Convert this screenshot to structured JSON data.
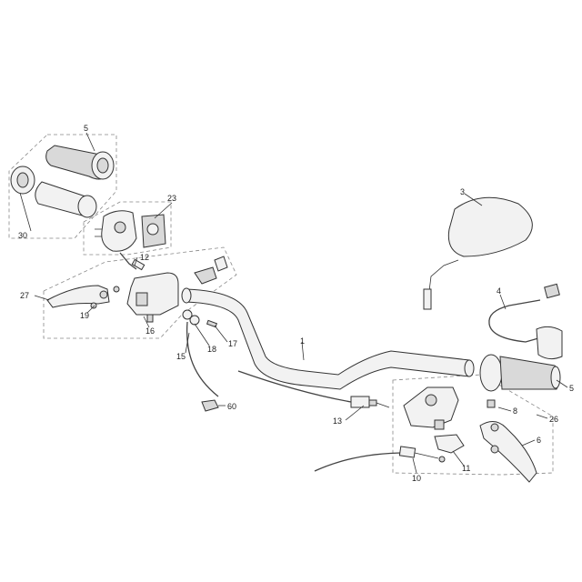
{
  "parts": [
    {
      "key": "p1",
      "label": "1"
    },
    {
      "key": "p3",
      "label": "3"
    },
    {
      "key": "p4",
      "label": "4"
    },
    {
      "key": "p5a",
      "label": "5"
    },
    {
      "key": "p5b",
      "label": "5"
    },
    {
      "key": "p6",
      "label": "6"
    },
    {
      "key": "p8",
      "label": "8"
    },
    {
      "key": "p10",
      "label": "10"
    },
    {
      "key": "p11",
      "label": "11"
    },
    {
      "key": "p12",
      "label": "12"
    },
    {
      "key": "p13",
      "label": "13"
    },
    {
      "key": "p15",
      "label": "15"
    },
    {
      "key": "p16",
      "label": "16"
    },
    {
      "key": "p17",
      "label": "17"
    },
    {
      "key": "p18",
      "label": "18"
    },
    {
      "key": "p19",
      "label": "19"
    },
    {
      "key": "p23",
      "label": "23"
    },
    {
      "key": "p26",
      "label": "26"
    },
    {
      "key": "p27",
      "label": "27"
    },
    {
      "key": "p30",
      "label": "30"
    },
    {
      "key": "p60",
      "label": "60"
    }
  ]
}
